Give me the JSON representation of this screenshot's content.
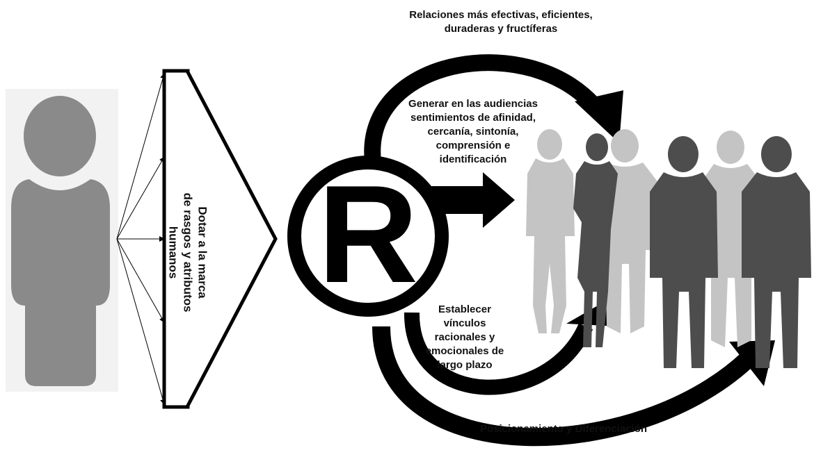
{
  "funnel_label": "Dotar a la marca\nde rasgos y atributos\nhumanos",
  "brand_symbol": "R",
  "labels": {
    "top": "Relaciones más efectivas, eficientes,\nduraderas y fructíferas",
    "middle": "Generar en las audiencias\nsentimientos de afinidad,\ncercanía, sintonía,\ncomprensión e\nidentificación",
    "lower": "Establecer\nvínculos\nracionales y\nemocionales de\nlargo plazo",
    "bottom": "Posicionamiento y Diferenciación"
  },
  "colors": {
    "person_icon": "#8a8a8a",
    "person_background": "#f2f2f2",
    "silhouette_light": "#c4c4c4",
    "silhouette_dark": "#4d4d4d",
    "arrow": "#000000"
  }
}
